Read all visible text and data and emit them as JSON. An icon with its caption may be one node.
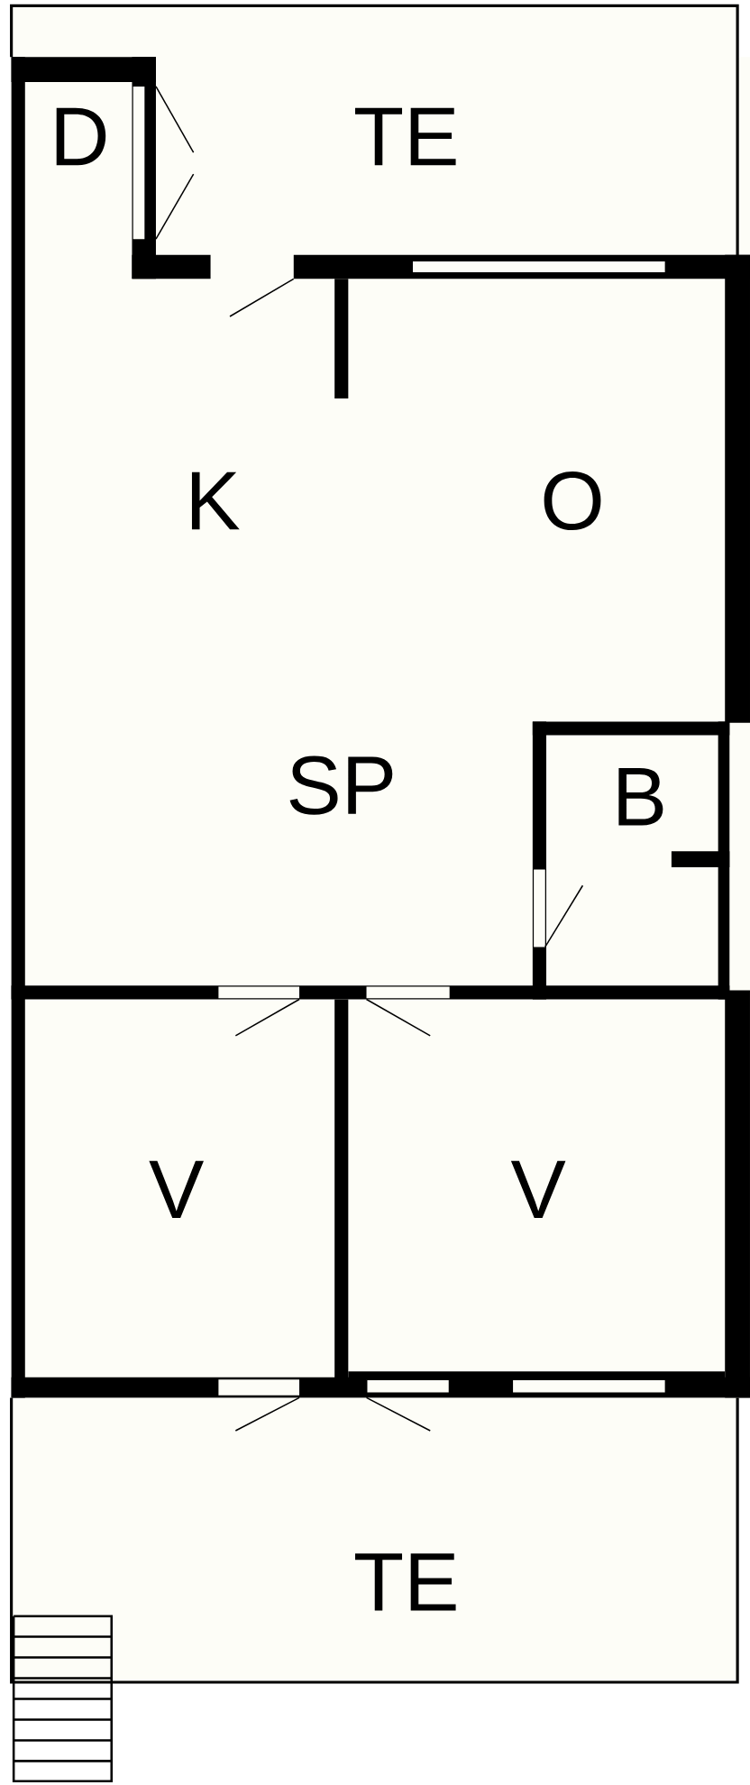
{
  "diagram": {
    "labels": [
      "D",
      "TE",
      "K",
      "O",
      "SP",
      "B",
      "V",
      "V",
      "TE"
    ]
  }
}
